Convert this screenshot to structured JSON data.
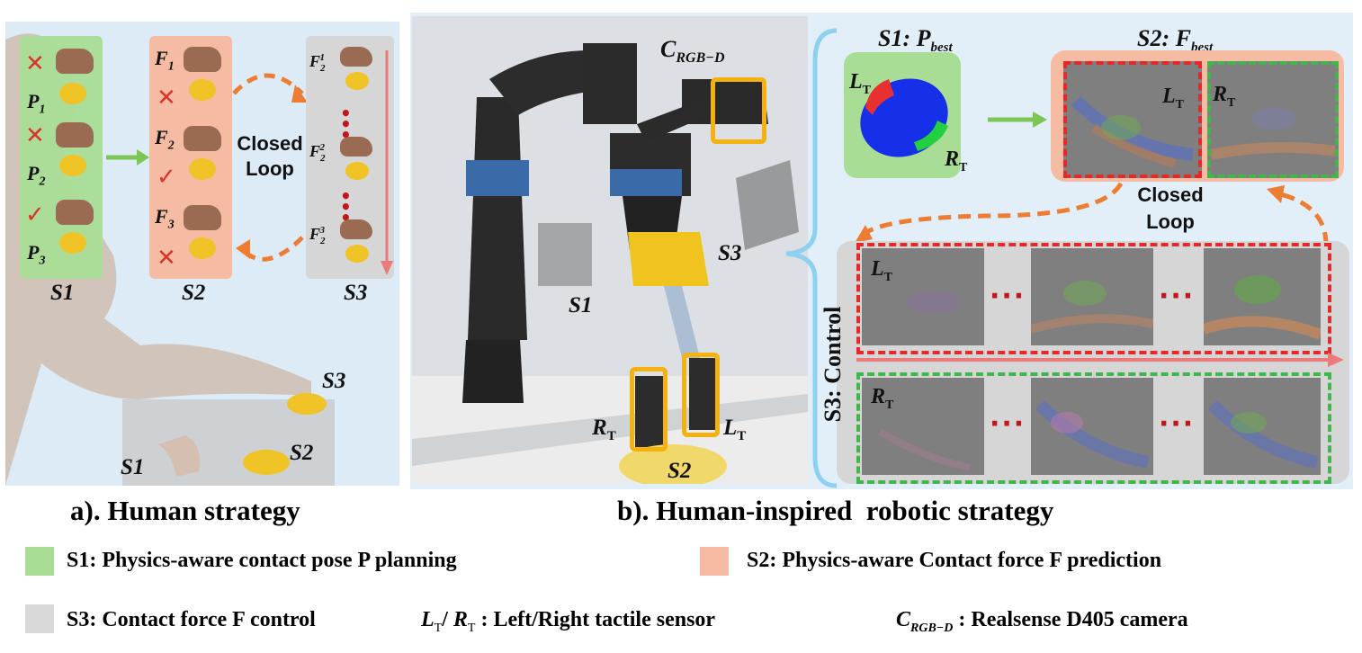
{
  "panel_a": {
    "caption": "a). Human strategy",
    "s1_label": "S1",
    "s2_label": "S2",
    "s3_label": "S3",
    "poses": [
      {
        "label": "P",
        "sub": "1",
        "mark": "✕"
      },
      {
        "label": "P",
        "sub": "2",
        "mark": "✕"
      },
      {
        "label": "P",
        "sub": "3",
        "mark": "✓"
      }
    ],
    "forces": [
      {
        "label": "F",
        "sub": "1",
        "mark": "✕"
      },
      {
        "label": "F",
        "sub": "2",
        "mark": "✓"
      },
      {
        "label": "F",
        "sub": "3",
        "mark": "✕"
      }
    ],
    "closed_loop": "Closed\nLoop",
    "s3_forces": [
      {
        "label": "F",
        "sub": "2",
        "sup": "1"
      },
      {
        "label": "F",
        "sub": "2",
        "sup": "2"
      },
      {
        "label": "F",
        "sub": "2",
        "sup": "3"
      }
    ],
    "scene_labels": {
      "s1": "S1",
      "s2": "S2",
      "s3": "S3"
    }
  },
  "panel_b": {
    "caption": "b). Human-inspired  robotic strategy",
    "camera_label": "C",
    "camera_sub": "RGB−D",
    "s1": "S1",
    "s2": "S2",
    "s3": "S3",
    "rt": "R",
    "lt": "L",
    "t_sub": "T",
    "s1_pbest": "S1: P",
    "s1_pbest_sub": "best",
    "s2_fbest": "S2: F",
    "s2_fbest_sub": "best",
    "closed_loop": "Closed\nLoop",
    "s3_control": "S3: Control",
    "ellipsis": "···"
  },
  "legend": {
    "s1": "S1: Physics-aware contact pose P planning",
    "s2": "S2: Physics-aware Contact force F prediction",
    "s3": "S3: Contact force F control",
    "tactile": "L",
    "tactile_rest": "  :  Left/Right tactile sensor",
    "camera": "C",
    "camera_rest": " :  Realsense D405 camera",
    "colors": {
      "s1": "#a9dd96",
      "s2": "#f6bca3",
      "s3": "#d9d9d9"
    }
  }
}
